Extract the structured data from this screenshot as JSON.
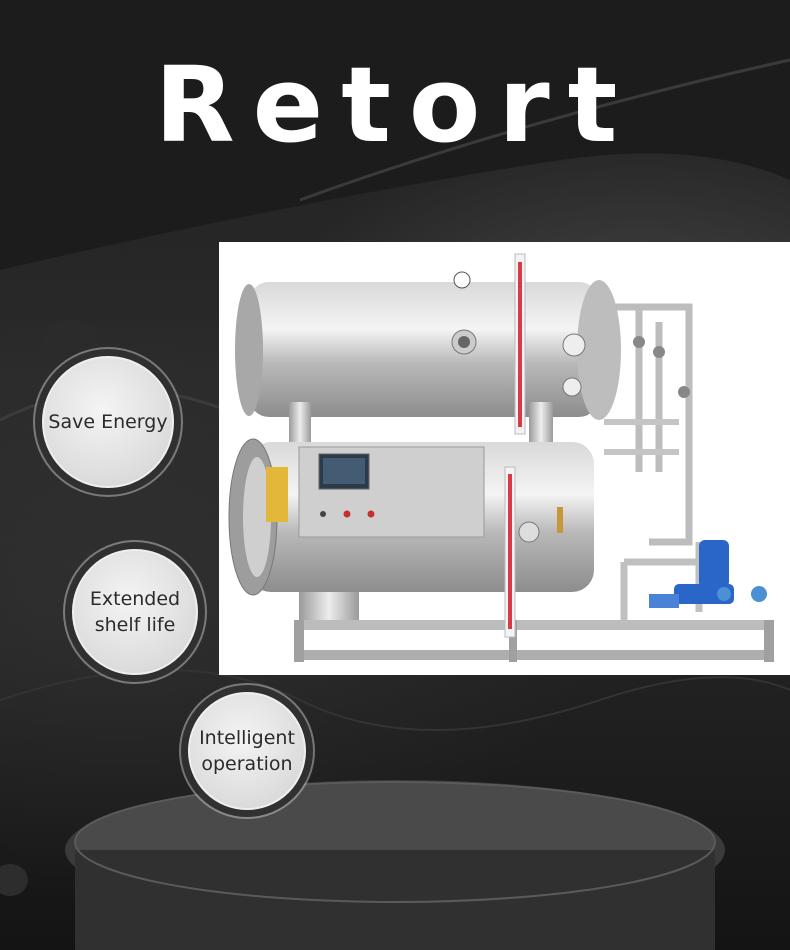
{
  "title": "Retort",
  "features": [
    {
      "label_lines": [
        "Save Energy"
      ],
      "icon": "circle-badge"
    },
    {
      "label_lines": [
        "Extended",
        "shelf life"
      ],
      "icon": "circle-badge"
    },
    {
      "label_lines": [
        "Intelligent",
        "operation"
      ],
      "icon": "circle-badge"
    }
  ],
  "product_image": {
    "subject": "retort-machine",
    "background": "#ffffff"
  },
  "colors": {
    "background": "#1f1f1f",
    "title": "#ffffff",
    "badge_fill": "#e2e2e2",
    "badge_text": "#2b2b2b",
    "accent_tube": "#d83a4a",
    "pump": "#2a66c8"
  }
}
